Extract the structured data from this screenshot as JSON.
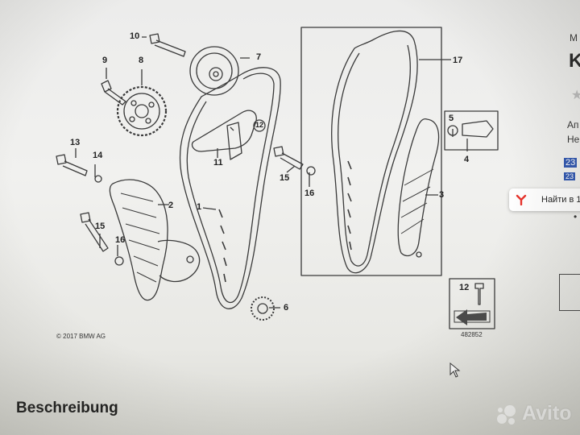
{
  "diagram": {
    "part_labels": [
      "10",
      "7",
      "9",
      "8",
      "17",
      "13",
      "14",
      "12",
      "11",
      "5",
      "15",
      "16",
      "2",
      "1",
      "3",
      "4",
      "15",
      "16",
      "6",
      "12"
    ],
    "copyright": "© 2017 BMW AG",
    "figure_number": "482852"
  },
  "page": {
    "section_heading": "Beschreibung"
  },
  "sidebar": {
    "top_letter": "M",
    "title_letter": "K",
    "line1": "Ап",
    "line2": "Не",
    "highlight1": "23",
    "highlight2": "23",
    "bullet": "•"
  },
  "popup": {
    "text": "Найти в 1"
  },
  "watermark": {
    "brand": "Avito"
  },
  "colors": {
    "line": "#3a3a3a",
    "highlight": "#2f56b0",
    "yandex_red": "#e8322b"
  },
  "icons": [
    "yandex-logo-icon",
    "mouse-cursor-icon",
    "avito-logo-icon",
    "arrow-down-left-icon"
  ]
}
